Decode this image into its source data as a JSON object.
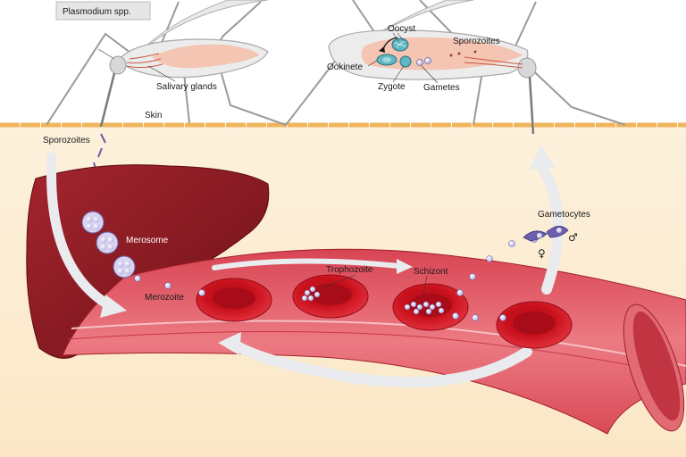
{
  "title": "Plasmodium spp.",
  "labels": {
    "salivary_glands": "Salivary glands",
    "skin": "Skin",
    "sporozoites_left": "Sporozoites",
    "oocyst": "Oocyst",
    "sporozoites_right": "Sporozoites",
    "ookinete": "Ookinete",
    "zygote": "Zygote",
    "gametes": "Gametes",
    "merosome": "Merosome",
    "merozoite": "Merozoite",
    "trophozoite": "Trophozoite",
    "schizont": "Schizont",
    "gametocytes": "Gametocytes"
  },
  "symbols": {
    "female": "♀",
    "male": "♂"
  },
  "colors": {
    "background_tissue": "#fbecd3",
    "skin_line": "#f0b45a",
    "liver": "#8e1c24",
    "vessel": "#e35a66",
    "rbc": "#c3141f",
    "parasite": "#c9c2ea",
    "arrow": "#e9ebee"
  }
}
